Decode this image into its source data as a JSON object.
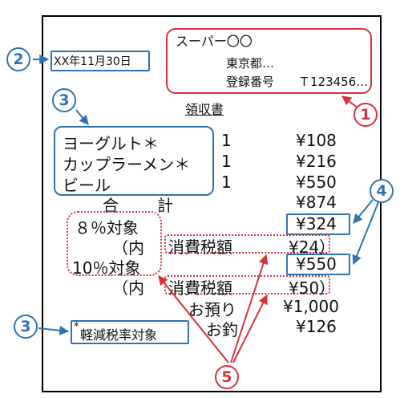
{
  "store": {
    "name": "スーパー〇〇",
    "address": "東京都…",
    "registration_label": "登録番号",
    "registration_number": "Ｔ123456…"
  },
  "date": "XX年11月30日",
  "title": "領収書",
  "items": [
    {
      "name": "ヨーグルト＊",
      "qty": "1",
      "price": "¥108"
    },
    {
      "name": "カップラーメン＊",
      "qty": "1",
      "price": "¥216"
    },
    {
      "name": "ビール",
      "qty": "1",
      "price": "¥550"
    }
  ],
  "total": {
    "label": "合　計",
    "amount": "¥874"
  },
  "tax_breakdown": [
    {
      "label": "８％対象",
      "amount": "¥324",
      "tax_label_prefix": "（内",
      "tax_label": "消費税額",
      "tax_amount": "¥24）"
    },
    {
      "label": "10％対象",
      "amount": "¥550",
      "tax_label_prefix": "（内",
      "tax_label": "消費税額",
      "tax_amount": "¥50）"
    }
  ],
  "deposit": {
    "label": "お預り",
    "amount": "¥1,000"
  },
  "change": {
    "label": "お釣",
    "amount": "¥126"
  },
  "note": {
    "mark": "*",
    "text": "軽減税率対象"
  },
  "callouts": {
    "c1": "1",
    "c2": "2",
    "c3a": "3",
    "c3b": "3",
    "c4": "4",
    "c5": "5"
  },
  "colors": {
    "red": "#d9313a",
    "blue": "#2e74b5",
    "text": "#111111"
  }
}
